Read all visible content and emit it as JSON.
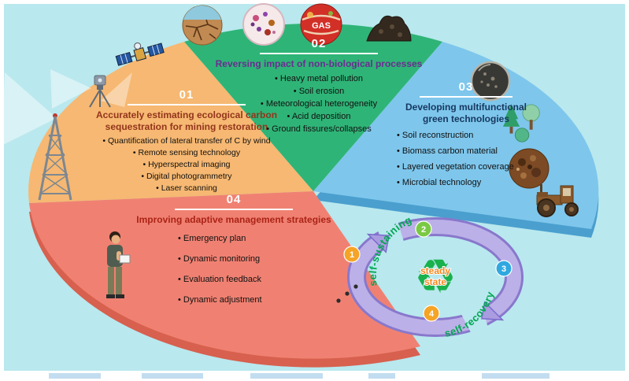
{
  "sections": {
    "s1": {
      "number": "01",
      "title": "Accurately estimating ecological carbon sequestration for mining restoration",
      "items": [
        "Quantification of lateral transfer of C by wind",
        "Remote sensing technology",
        "Hyperspectral imaging",
        "Digital photogrammetry",
        "Laser scanning"
      ]
    },
    "s2": {
      "number": "02",
      "title": "Reversing impact of non-biological processes",
      "items": [
        "Heavy metal pollution",
        "Soil erosion",
        "Meteorological heterogeneity",
        "Acid deposition",
        "Ground fissures/collapses"
      ]
    },
    "s3": {
      "number": "03",
      "title": "Developing multifunctional green technologies",
      "items": [
        "Soil reconstruction",
        "Biomass carbon material",
        "Layered vegetation coverage",
        "Microbial technology"
      ]
    },
    "s4": {
      "number": "04",
      "title": "Improving adaptive management strategies",
      "items": [
        "Emergency plan",
        "Dynamic monitoring",
        "Evaluation feedback",
        "Dynamic adjustment"
      ]
    }
  },
  "cycle": {
    "steady_line1": "steady",
    "steady_line2": "state",
    "label_top": "self-sustaining",
    "label_bottom": "self-recovery",
    "recycle_glyph": "♻",
    "badges": [
      "1",
      "2",
      "3",
      "4"
    ]
  },
  "icons": {
    "gas_label": "GAS"
  },
  "colors": {
    "background": "#b9e8ee",
    "wedge_orange": "#f6b872",
    "wedge_green": "#2fb477",
    "wedge_blue": "#7ec6ec",
    "wedge_red": "#f08172",
    "wedge_blue_side": "#4a9fce",
    "wedge_red_side": "#d7604e",
    "title_s1": "#93351c",
    "title_s2": "#6a2d91",
    "title_s3": "#16375f",
    "title_s4": "#ab2317",
    "ring": "#bcb0e8",
    "ring_edge": "#8878cc",
    "cycle_green": "#00a651",
    "steady_orange": "#f6881f",
    "badge_1": "#f5a425",
    "badge_2": "#7ac943",
    "badge_3": "#2fa8e0",
    "badge_4": "#f5a425"
  }
}
